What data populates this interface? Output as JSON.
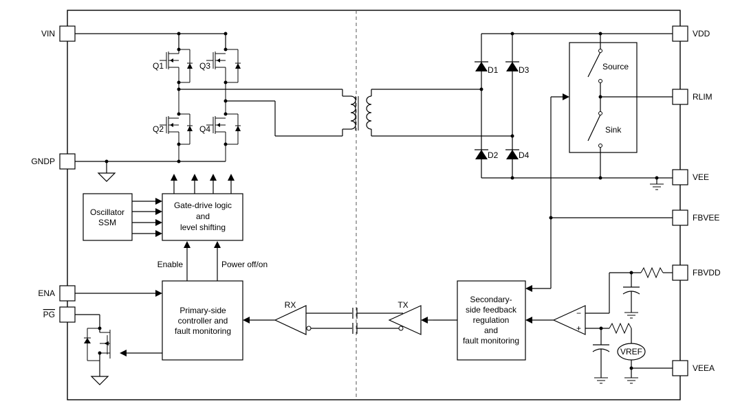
{
  "pins": {
    "vin": "VIN",
    "gndp": "GNDP",
    "ena": "ENA",
    "pg": "PG",
    "vdd": "VDD",
    "rlim": "RLIM",
    "vee": "VEE",
    "fbvee": "FBVEE",
    "fbvdd": "FBVDD",
    "veea": "VEEA"
  },
  "transistors": {
    "q1": "Q1",
    "q2": "Q2",
    "q3": "Q3",
    "q4": "Q4"
  },
  "diodes": {
    "d1": "D1",
    "d2": "D2",
    "d3": "D3",
    "d4": "D4"
  },
  "blocks": {
    "oscillator": [
      "Oscillator",
      "SSM"
    ],
    "gate_drive": [
      "Gate-drive logic",
      "and",
      "level shifting"
    ],
    "primary": [
      "Primary-side",
      "controller and",
      "fault monitoring"
    ],
    "secondary": [
      "Secondary-",
      "side feedback",
      "regulation",
      "and",
      "fault monitoring"
    ]
  },
  "signals": {
    "enable": "Enable",
    "power": "Power off/on",
    "rx": "RX",
    "tx": "TX",
    "source": "Source",
    "sink": "Sink",
    "vref": "VREF",
    "minus": "−",
    "plus": "+"
  }
}
